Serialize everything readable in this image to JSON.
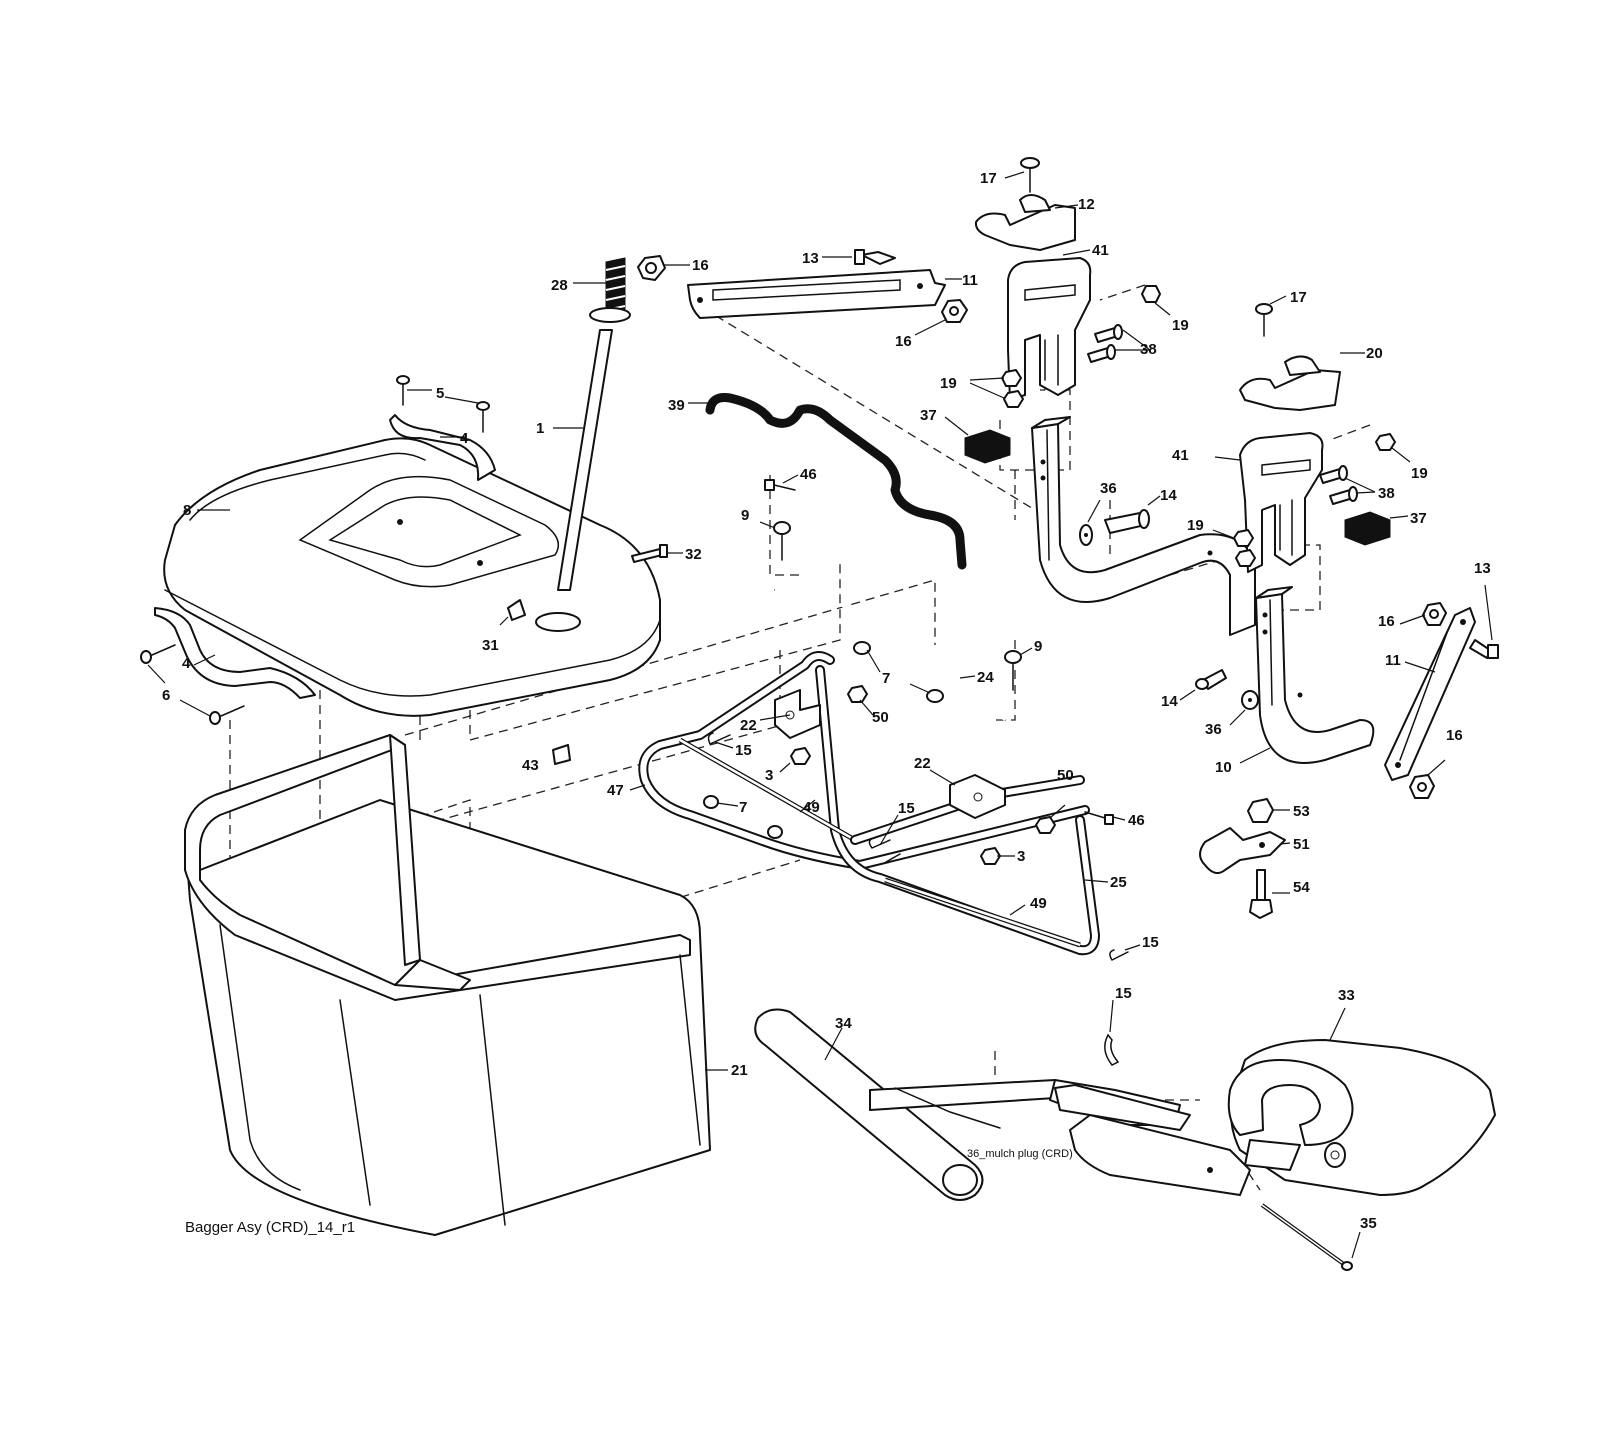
{
  "diagram": {
    "caption": "Bagger Asy (CRD)_14_r1",
    "note": "36_mulch plug (CRD)",
    "callouts": [
      "1",
      "3",
      "4",
      "5",
      "6",
      "7",
      "8",
      "9",
      "10",
      "11",
      "12",
      "13",
      "14",
      "15",
      "16",
      "17",
      "19",
      "20",
      "21",
      "22",
      "24",
      "25",
      "28",
      "31",
      "32",
      "33",
      "34",
      "35",
      "36",
      "37",
      "38",
      "39",
      "41",
      "43",
      "46",
      "47",
      "49",
      "50",
      "51",
      "53",
      "54"
    ]
  }
}
